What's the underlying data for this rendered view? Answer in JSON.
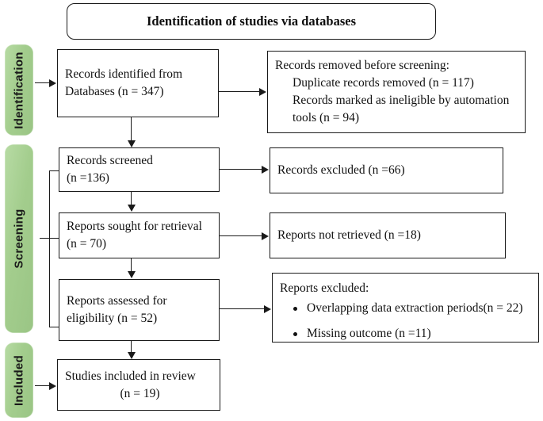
{
  "diagram": {
    "type": "prisma-flow-diagram",
    "title": "Identification of studies via databases",
    "accent_green": "#a3cd8d",
    "line_color": "#1a1a1a",
    "stages": [
      {
        "id": "identification",
        "label": "Identification"
      },
      {
        "id": "screening",
        "label": "Screening"
      },
      {
        "id": "included",
        "label": "Included"
      }
    ],
    "boxes": {
      "records_identified": {
        "line1": "Records identified from",
        "line2": "Databases (n = 347)"
      },
      "records_removed": {
        "line1": "Records removed before screening:",
        "line2": "Duplicate records removed (n = 117)",
        "line3": "Records marked as ineligible by automation",
        "line4": "tools (n = 94)"
      },
      "records_screened": {
        "line1": "Records screened",
        "line2": "(n =136)"
      },
      "records_excluded": {
        "line1": "Records excluded (n =66)"
      },
      "reports_sought": {
        "line1": "Reports sought for retrieval",
        "line2": "(n = 70)"
      },
      "reports_not_retrieved": {
        "line1": "Reports not retrieved (n =18)"
      },
      "reports_assessed": {
        "line1": "Reports assessed for",
        "line2": "eligibility (n = 52)"
      },
      "reports_excluded": {
        "heading": "Reports excluded:",
        "bullets": [
          "Overlapping data extraction periods(n = 22)",
          "Missing outcome  (n =11)"
        ]
      },
      "studies_included": {
        "line1": "Studies included in review",
        "line2": "(n = 19)"
      }
    }
  },
  "chart_data": {
    "type": "diagram",
    "title": "Identification of studies via databases",
    "nodes": [
      {
        "id": "records_identified",
        "stage": "Identification",
        "label": "Records identified from Databases",
        "n": 347
      },
      {
        "id": "records_removed",
        "stage": "Identification",
        "label": "Records removed before screening",
        "duplicate_records_removed": 117,
        "marked_ineligible_by_automation_tools": 94
      },
      {
        "id": "records_screened",
        "stage": "Screening",
        "label": "Records screened",
        "n": 136
      },
      {
        "id": "records_excluded",
        "stage": "Screening",
        "label": "Records excluded",
        "n": 66
      },
      {
        "id": "reports_sought",
        "stage": "Screening",
        "label": "Reports sought for retrieval",
        "n": 70
      },
      {
        "id": "reports_not_retrieved",
        "stage": "Screening",
        "label": "Reports not retrieved",
        "n": 18
      },
      {
        "id": "reports_assessed",
        "stage": "Screening",
        "label": "Reports assessed for eligibility",
        "n": 52
      },
      {
        "id": "reports_excluded",
        "stage": "Screening",
        "label": "Reports excluded",
        "overlapping_data_extraction_periods": 22,
        "missing_outcome": 11
      },
      {
        "id": "studies_included",
        "stage": "Included",
        "label": "Studies included in review",
        "n": 19
      }
    ],
    "edges": [
      {
        "from": "records_identified",
        "to": "records_removed"
      },
      {
        "from": "records_identified",
        "to": "records_screened"
      },
      {
        "from": "records_screened",
        "to": "records_excluded"
      },
      {
        "from": "records_screened",
        "to": "reports_sought"
      },
      {
        "from": "reports_sought",
        "to": "reports_not_retrieved"
      },
      {
        "from": "reports_sought",
        "to": "reports_assessed"
      },
      {
        "from": "reports_assessed",
        "to": "reports_excluded"
      },
      {
        "from": "reports_assessed",
        "to": "studies_included"
      }
    ]
  }
}
